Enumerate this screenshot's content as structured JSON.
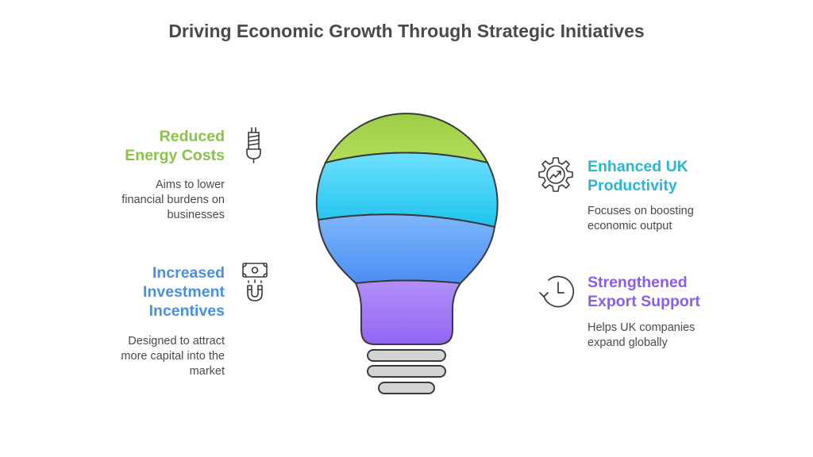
{
  "title": "Driving Economic Growth Through Strategic Initiatives",
  "items": [
    {
      "heading": "Reduced\nEnergy Costs",
      "description": "Aims to lower\nfinancial burdens on\nbusinesses",
      "color": "#8bc34a",
      "icon": "lightbulb-plug-icon"
    },
    {
      "heading": "Increased\nInvestment\nIncentives",
      "description": "Designed to attract\nmore capital into the\nmarket",
      "color": "#4a90e2",
      "icon": "money-magnet-icon"
    },
    {
      "heading": "Enhanced UK\nProductivity",
      "description": "Focuses on boosting\neconomic output",
      "color": "#29b6d8",
      "icon": "gear-chart-icon"
    },
    {
      "heading": "Strengthened\nExport Support",
      "description": "Helps UK companies\nexpand globally",
      "color": "#8a5cf0",
      "icon": "clock-arrow-icon"
    }
  ],
  "bulb_colors": {
    "green": "#a4d64b",
    "cyan": "#3dd0f7",
    "blue": "#5b9cf9",
    "purple": "#a67cf7",
    "base": "#d4d4d4",
    "outline": "#3a3a3a"
  }
}
